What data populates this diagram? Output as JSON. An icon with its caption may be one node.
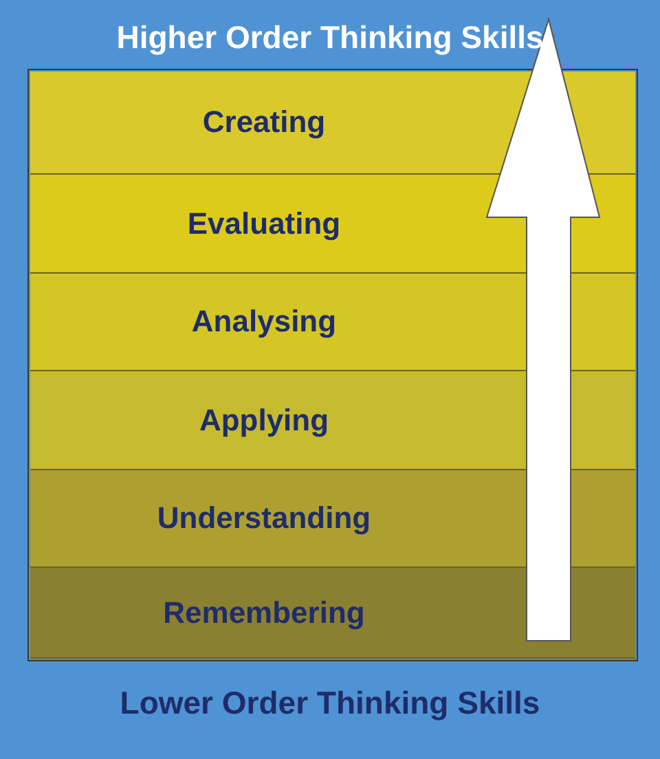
{
  "diagram": {
    "title": "Higher Order Thinking Skills",
    "caption": "Lower Order Thinking Skills",
    "nodes": [
      {
        "text": [
          "Creating"
        ]
      },
      {
        "text": [
          "Evaluating"
        ]
      },
      {
        "text": [
          "Analysing"
        ]
      },
      {
        "text": [
          "Applying"
        ]
      },
      {
        "text": [
          "Understanding"
        ]
      },
      {
        "text": [
          "Remembering"
        ]
      }
    ]
  }
}
